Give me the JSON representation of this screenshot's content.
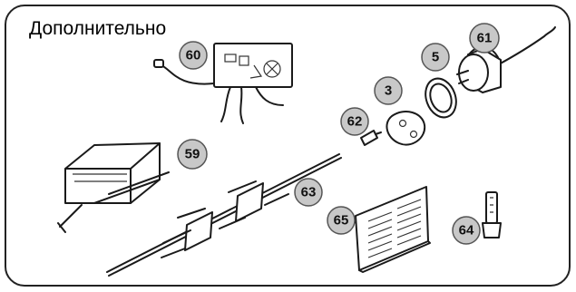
{
  "heading": "Дополнительно",
  "callouts": [
    {
      "id": "60",
      "label": "60"
    },
    {
      "id": "61",
      "label": "61"
    },
    {
      "id": "5",
      "label": "5"
    },
    {
      "id": "3",
      "label": "3"
    },
    {
      "id": "62",
      "label": "62"
    },
    {
      "id": "59",
      "label": "59"
    },
    {
      "id": "63",
      "label": "63"
    },
    {
      "id": "65",
      "label": "65"
    },
    {
      "id": "64",
      "label": "64"
    }
  ],
  "colors": {
    "badge_fill": "#c8c8c8",
    "outline": "#1a1a1a"
  }
}
